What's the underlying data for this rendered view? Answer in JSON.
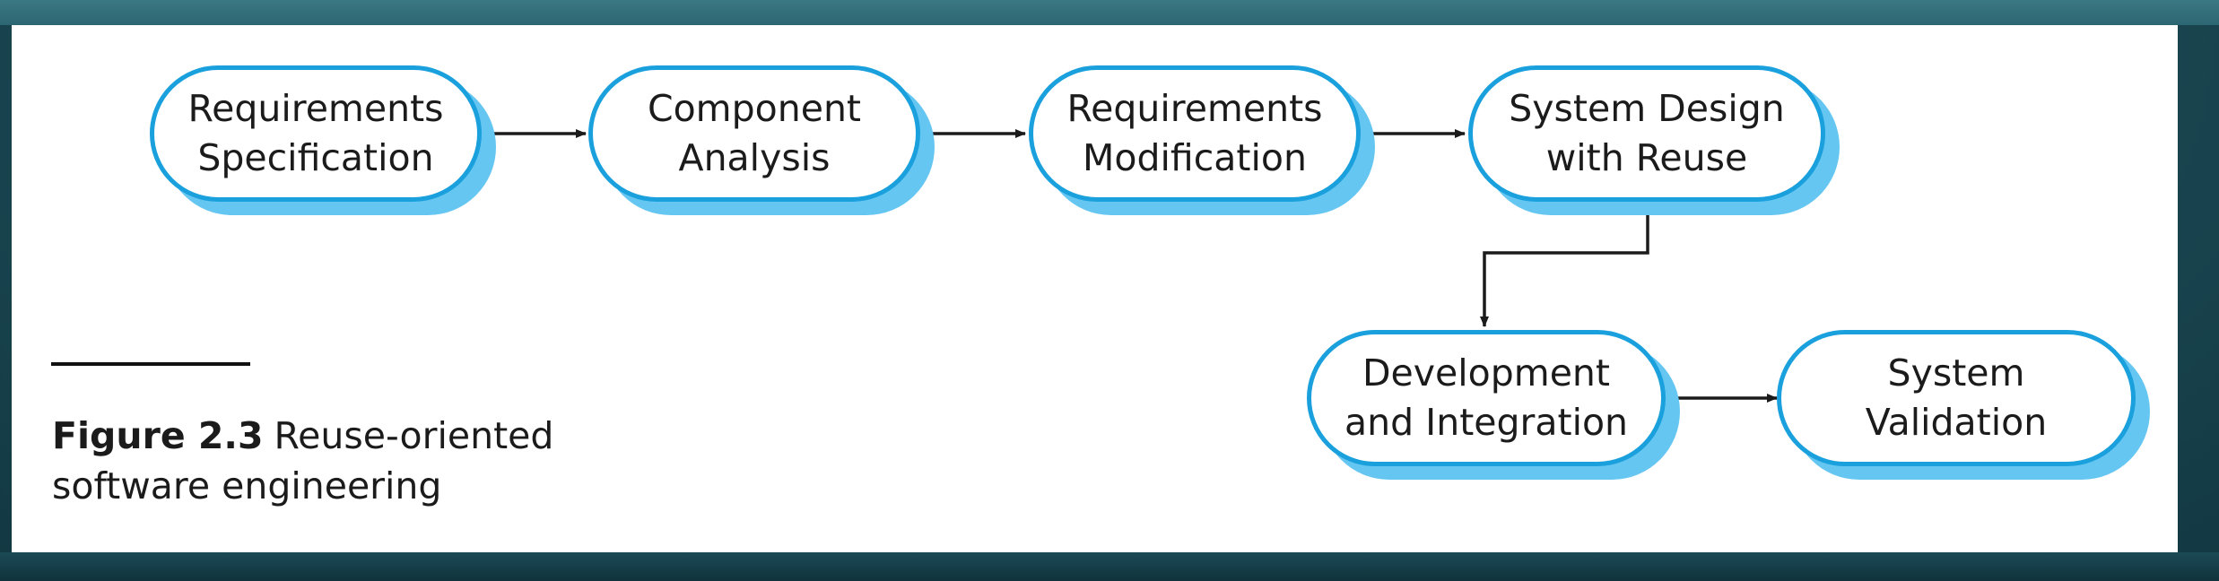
{
  "diagram": {
    "nodes": [
      {
        "id": "requirements-specification",
        "label": "Requirements\nSpecification"
      },
      {
        "id": "component-analysis",
        "label": "Component\nAnalysis"
      },
      {
        "id": "requirements-modification",
        "label": "Requirements\nModification"
      },
      {
        "id": "system-design-with-reuse",
        "label": "System Design\nwith Reuse"
      },
      {
        "id": "development-and-integration",
        "label": "Development\nand Integration"
      },
      {
        "id": "system-validation",
        "label": "System\nValidation"
      }
    ],
    "edges": [
      {
        "from": "requirements-specification",
        "to": "component-analysis"
      },
      {
        "from": "component-analysis",
        "to": "requirements-modification"
      },
      {
        "from": "requirements-modification",
        "to": "system-design-with-reuse"
      },
      {
        "from": "system-design-with-reuse",
        "to": "development-and-integration"
      },
      {
        "from": "development-and-integration",
        "to": "system-validation"
      }
    ]
  },
  "caption": {
    "number": "Figure 2.3",
    "text": "Reuse-oriented software engineering"
  },
  "colors": {
    "node_border": "#1aa0dc",
    "node_shadow": "#66c6f2",
    "arrow": "#1b1b1b",
    "background_outer": "#1e4d58",
    "panel": "#ffffff"
  }
}
